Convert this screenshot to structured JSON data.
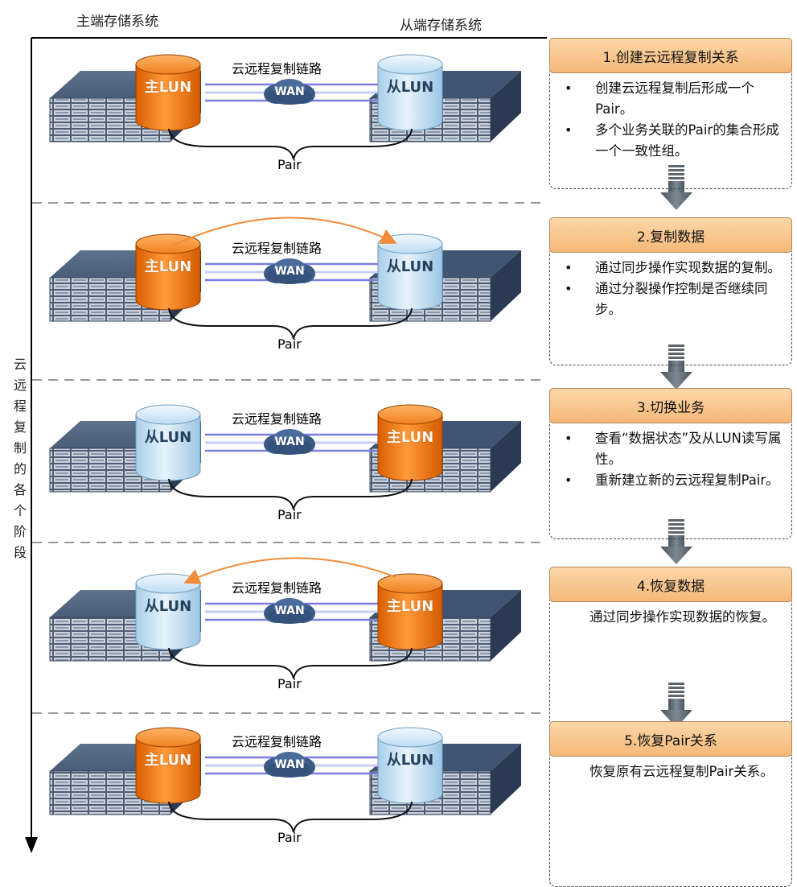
{
  "headers": {
    "left": "主端存储系统",
    "right": "从端存储系统"
  },
  "vertical_title": [
    "云",
    "远",
    "程",
    "复",
    "制",
    "的",
    "各",
    "个",
    "阶",
    "段"
  ],
  "common": {
    "link_label": "云远程复制链路",
    "wan": "WAN",
    "pair": "Pair",
    "main_lun": "主LUN",
    "sub_lun": "从LUN"
  },
  "stages": [
    {
      "left_lun": "主LUN",
      "right_lun": "从LUN",
      "arrow": "none"
    },
    {
      "left_lun": "主LUN",
      "right_lun": "从LUN",
      "arrow": "left-to-right"
    },
    {
      "left_lun": "从LUN",
      "right_lun": "主LUN",
      "arrow": "none"
    },
    {
      "left_lun": "从LUN",
      "right_lun": "主LUN",
      "arrow": "right-to-left"
    },
    {
      "left_lun": "主LUN",
      "right_lun": "从LUN",
      "arrow": "none"
    }
  ],
  "cards": [
    {
      "title": "1.创建云远程复制关系",
      "bullets": [
        "创建云远程复制后形成一个Pair。",
        "多个业务关联的Pair的集合形成一个一致性组。"
      ]
    },
    {
      "title": "2.复制数据",
      "bullets": [
        "通过同步操作实现数据的复制。",
        "通过分裂操作控制是否继续同步。"
      ]
    },
    {
      "title": "3.切换业务",
      "bullets": [
        "查看“数据状态”及从LUN读写属性。",
        "重新建立新的云远程复制Pair。"
      ]
    },
    {
      "title": "4.恢复数据",
      "text": "通过同步操作实现数据的恢复。"
    },
    {
      "title": "5.恢复Pair关系",
      "text": "恢复原有云远程复制Pair关系。"
    }
  ],
  "colors": {
    "main_lun": "#f07a1a",
    "sub_lun": "#c6e2f5",
    "link": "#7a7fe0",
    "accent_arrow": "#f0a050",
    "card_head": "#f8c58c"
  }
}
